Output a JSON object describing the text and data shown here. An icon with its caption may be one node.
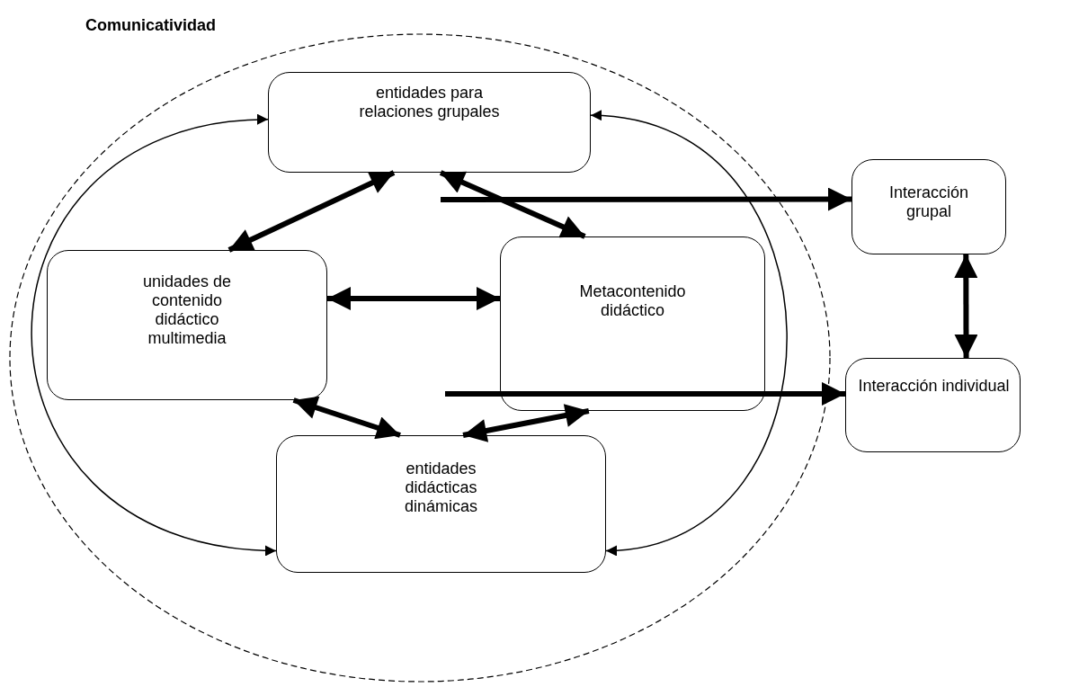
{
  "diagram": {
    "nodes": [
      {
        "text": [
          "Comunicatividad"
        ]
      },
      {
        "text": [
          "entidades para relaciones grupales"
        ],
        "in": 0
      },
      {
        "text": [
          "unidades de contenido didáctico multimedia"
        ],
        "in": 0
      },
      {
        "text": [
          "Metacontenido didáctico"
        ],
        "in": 0
      },
      {
        "text": [
          "entidades didácticas dinámicas"
        ],
        "in": 0
      },
      {
        "text": [
          "Interacción grupal"
        ]
      },
      {
        "text": [
          "Interacción individual"
        ]
      }
    ],
    "edges": [
      {
        "from": 1,
        "to": 4,
        "arrow": "both"
      },
      {
        "from": 1,
        "to": 4,
        "arrow": "both"
      },
      {
        "from": 1,
        "to": 2,
        "arrow": "both"
      },
      {
        "from": 1,
        "to": 3,
        "arrow": "both"
      },
      {
        "from": 2,
        "to": 3,
        "arrow": "both"
      },
      {
        "from": 2,
        "to": 4,
        "arrow": "both"
      },
      {
        "from": 4,
        "to": 3,
        "arrow": "both"
      },
      {
        "from": null,
        "to": 5,
        "arrow": "to"
      },
      {
        "from": null,
        "to": 6,
        "arrow": "to"
      },
      {
        "from": 5,
        "to": 6,
        "arrow": "both"
      }
    ]
  }
}
